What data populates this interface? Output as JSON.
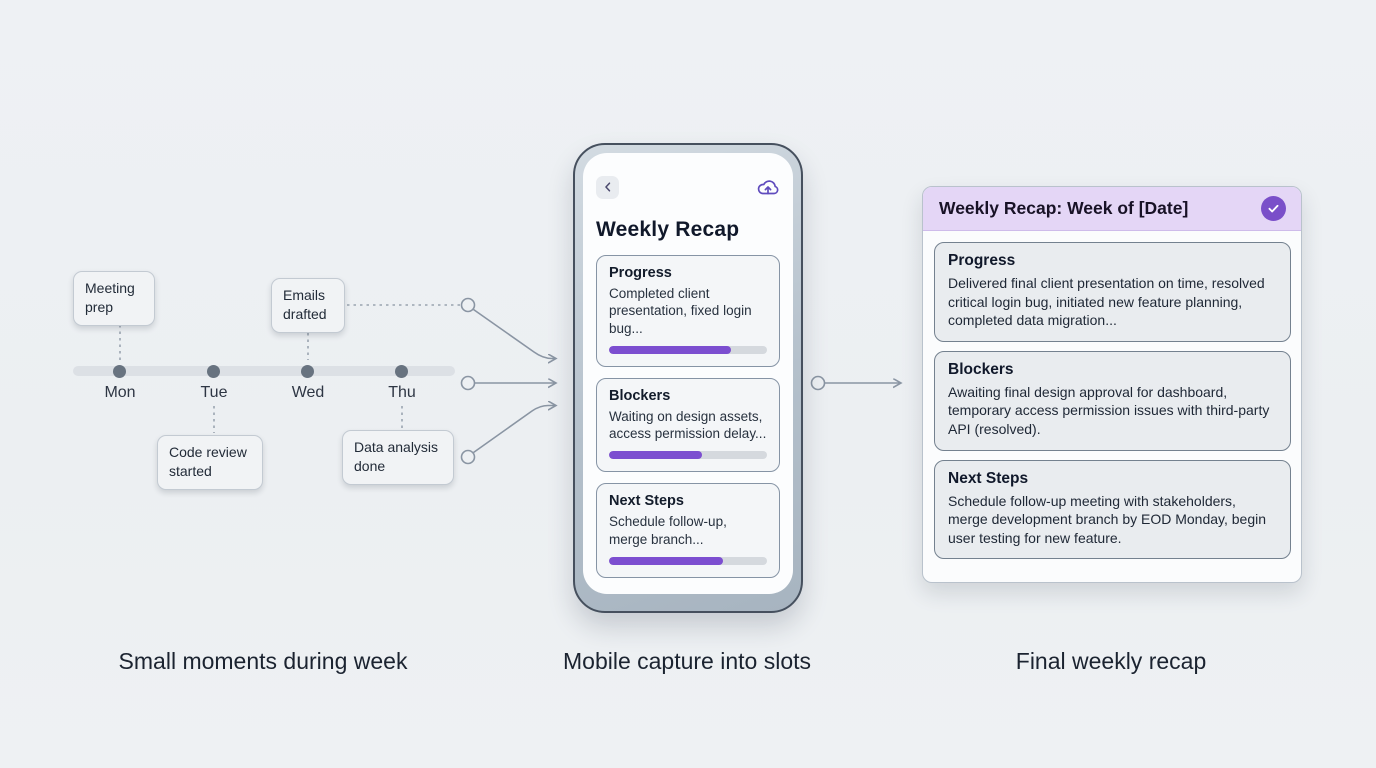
{
  "colors": {
    "background": "#edf0f3",
    "accent_purple": "#7c4ed0",
    "recap_header_lavender": "#e4d6f6",
    "check_badge_purple": "#7a4fc9",
    "connector_gray": "#8a95a3",
    "timeline_bar": "#dce0e5",
    "timeline_dot": "#687380",
    "progress_track": "#d5d9de"
  },
  "timeline": {
    "days": [
      {
        "label": "Mon"
      },
      {
        "label": "Tue"
      },
      {
        "label": "Wed"
      },
      {
        "label": "Thu"
      }
    ],
    "events": [
      {
        "label": "Meeting prep",
        "day": "Mon",
        "position": "above"
      },
      {
        "label": "Code review started",
        "day": "Tue",
        "position": "below"
      },
      {
        "label": "Emails drafted",
        "day": "Wed",
        "position": "above"
      },
      {
        "label": "Data analysis done",
        "day": "Thu",
        "position": "below"
      }
    ]
  },
  "phone": {
    "back_icon": "chevron-left",
    "upload_icon": "cloud-upload",
    "title": "Weekly Recap",
    "cards": [
      {
        "title": "Progress",
        "body": "Completed client presentation, fixed login bug...",
        "progress_percent": 77
      },
      {
        "title": "Blockers",
        "body": "Waiting on design assets, access permission delay...",
        "progress_percent": 59
      },
      {
        "title": "Next Steps",
        "body": "Schedule follow-up, merge branch...",
        "progress_percent": 72
      }
    ]
  },
  "recap": {
    "title": "Weekly Recap: Week of [Date]",
    "status_icon": "checkmark",
    "sections": [
      {
        "title": "Progress",
        "body": "Delivered final client presentation on time, resolved critical login bug, initiated new feature planning, completed data migration..."
      },
      {
        "title": "Blockers",
        "body": "Awaiting final design approval for dashboard, temporary access permission issues with third-party API (resolved)."
      },
      {
        "title": "Next Steps",
        "body": "Schedule follow-up meeting with stakeholders, merge development branch by EOD Monday, begin user testing for new feature."
      }
    ]
  },
  "captions": {
    "left": "Small moments during week",
    "middle": "Mobile capture into slots",
    "right": "Final weekly recap"
  }
}
